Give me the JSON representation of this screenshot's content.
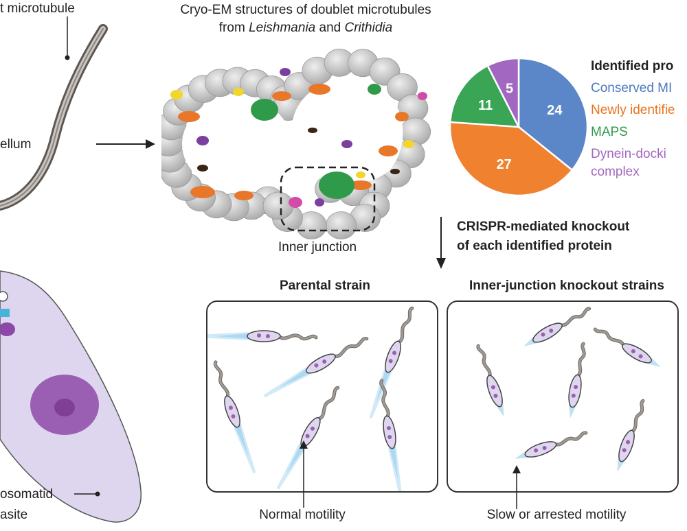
{
  "left": {
    "label_microtubule": "t microtubule",
    "label_flagellum": "ellum",
    "label_parasite_line1": "osomatid",
    "label_parasite_line2": "asite"
  },
  "center": {
    "title_line1": "Cryo-EM structures of doublet microtubules",
    "title_from": "from ",
    "title_genus1": "Leishmania",
    "title_and": " and ",
    "title_genus2": "Crithidia",
    "inner_junction_label": "Inner junction"
  },
  "chart_data": {
    "type": "pie",
    "title": "Identified pro",
    "slices": [
      {
        "name": "Conserved MI",
        "value": 24,
        "color": "#5b86c8"
      },
      {
        "name": "Newly identifie",
        "value": 27,
        "color": "#f0812f"
      },
      {
        "name": "MAPS",
        "value": 11,
        "color": "#3aa655"
      },
      {
        "name": "Dynein-docki",
        "name_line2": "complex",
        "value": 5,
        "color": "#a267c0"
      }
    ]
  },
  "crispr": {
    "line1": "CRISPR-mediated knockout",
    "line2": "of each identified protein"
  },
  "panels": {
    "parental": {
      "title": "Parental strain",
      "caption": "Normal motility"
    },
    "knockout": {
      "title": "Inner-junction knockout strains",
      "caption": "Slow or arrested motility"
    }
  },
  "colors": {
    "cell_fill": "#ddd6ee",
    "nucleus": "#9a5fb3",
    "tail": "#a09a95",
    "motion": "#7fc3ea"
  }
}
